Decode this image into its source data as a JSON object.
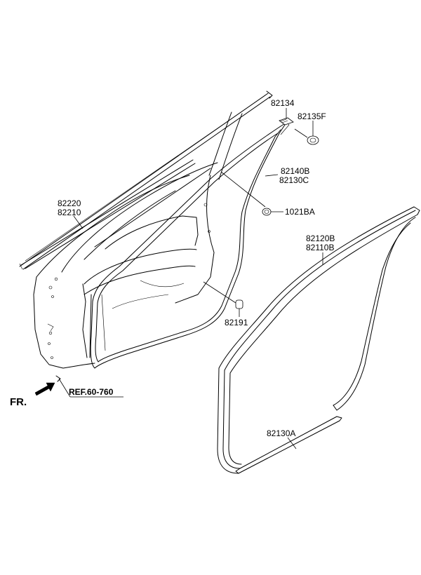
{
  "labels": {
    "p82134": "82134",
    "p82135F": "82135F",
    "p82140B": "82140B",
    "p82130C": "82130C",
    "p1021BA": "1021BA",
    "p82220": "82220",
    "p82210": "82210",
    "p82120B": "82120B",
    "p82110B": "82110B",
    "p82191": "82191",
    "p82130A": "82130A",
    "ref": "REF.60-760",
    "fr": "FR."
  }
}
